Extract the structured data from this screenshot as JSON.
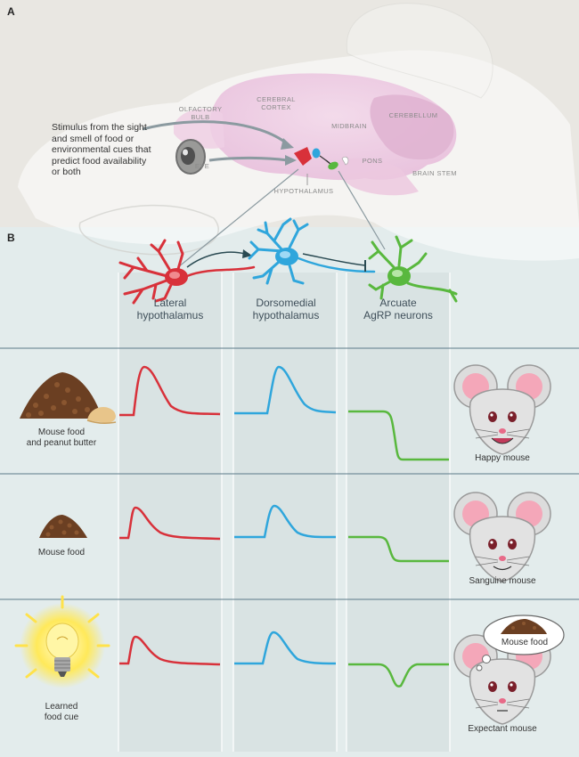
{
  "panels": {
    "a": "A",
    "b": "B"
  },
  "brain_regions": {
    "olfactory_bulb": [
      "OLFACTORY",
      "BULB"
    ],
    "cerebral_cortex": [
      "CEREBRAL",
      "CORTEX"
    ],
    "midbrain": "MIDBRAIN",
    "cerebellum": "CEREBELLUM",
    "eye": "EYE",
    "pons": "PONS",
    "brain_stem": "BRAIN STEM",
    "hypothalamus": "HYPOTHALAMUS"
  },
  "stimulus_text": [
    "Stimulus from the sight",
    "and smell of food or",
    "environmental cues that",
    "predict food availability",
    "or both"
  ],
  "neurons": [
    {
      "label": [
        "Lateral",
        "hypothalamus"
      ],
      "color": "#d8313a"
    },
    {
      "label": [
        "Dorsomedial",
        "hypothalamus"
      ],
      "color": "#2fa6dc"
    },
    {
      "label": [
        "Arcuate",
        "AgRP neurons"
      ],
      "color": "#59b83e"
    }
  ],
  "rows": [
    {
      "stimulus": [
        "Mouse food",
        "and peanut butter"
      ],
      "outcome": "Happy mouse"
    },
    {
      "stimulus": [
        "Mouse food"
      ],
      "outcome": "Sanguine mouse"
    },
    {
      "stimulus": [
        "Learned",
        "food cue"
      ],
      "outcome": "Expectant mouse",
      "bubble": "Mouse food"
    }
  ],
  "colors": {
    "panel_bg": "#e3ecec",
    "column_bg": "#d9e3e3",
    "divider": "#5b7a88"
  }
}
